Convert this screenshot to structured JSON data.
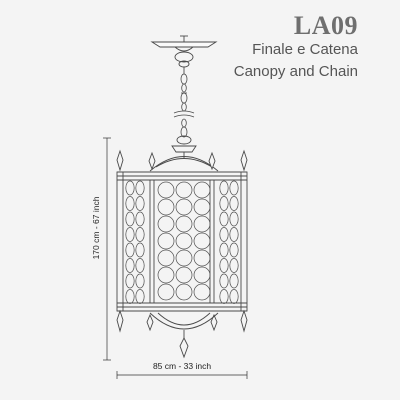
{
  "header": {
    "code": "LA09",
    "line1": "Finale e Catena",
    "line2": "Canopy and Chain"
  },
  "dimensions": {
    "height_label": "170 cm - 67 inch",
    "width_label": "85 cm - 33 inch"
  },
  "colors": {
    "background": "#f4f4f4",
    "line": "#4a4a4a",
    "light_line": "#8a8a8a",
    "header_text": "#6f6f6f"
  },
  "icons": {
    "drawing": "lantern-pendant-drawing"
  }
}
